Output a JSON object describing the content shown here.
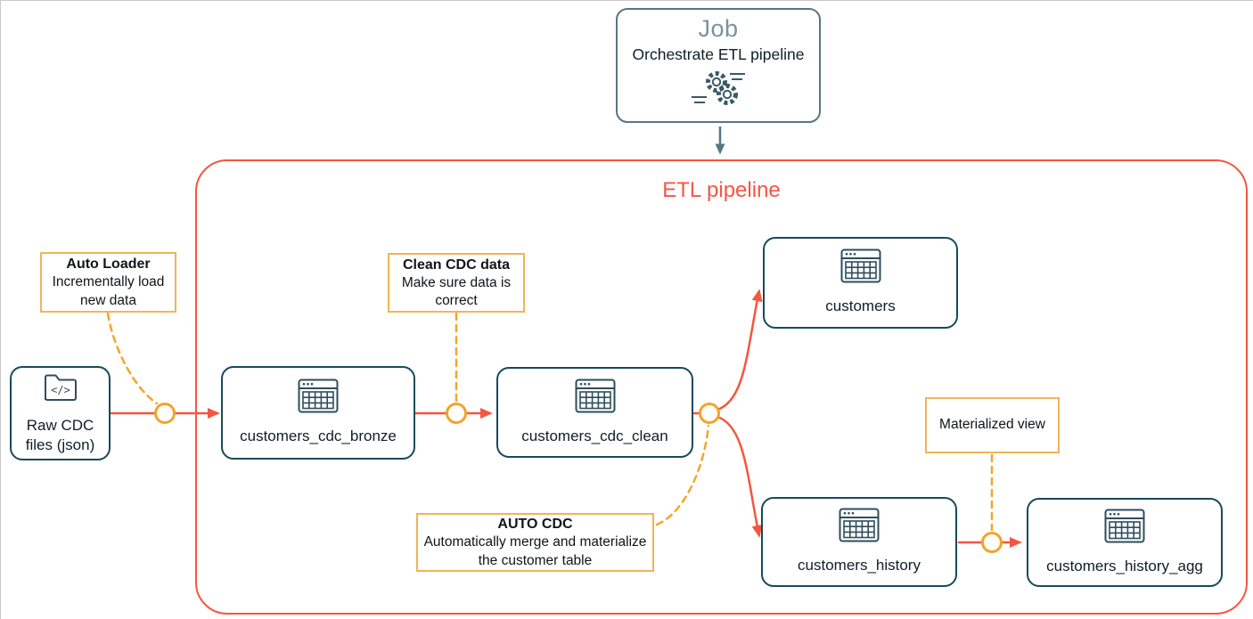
{
  "diagram_title": "ETL pipeline",
  "colors": {
    "pipeline_red": "#F4563F",
    "node_border_teal": "#174A5B",
    "annotation_gold_border": "#F1B456",
    "connector_gold": "#F2A62A",
    "job_border_slate": "#567684",
    "job_title_slate": "#76949F",
    "text_dark": "#0D1F29"
  },
  "job_box": {
    "title": "Job",
    "subtitle": "Orchestrate ETL pipeline",
    "icon": "gears-icon"
  },
  "pipeline": {
    "title": "ETL pipeline"
  },
  "nodes": {
    "source": {
      "label": "Raw CDC files (json)",
      "icon": "code-folder-icon"
    },
    "bronze": {
      "label": "customers_cdc_bronze",
      "icon": "table-grid-icon"
    },
    "clean": {
      "label": "customers_cdc_clean",
      "icon": "table-grid-icon"
    },
    "customers": {
      "label": "customers",
      "icon": "table-grid-icon"
    },
    "history": {
      "label": "customers_history",
      "icon": "table-grid-icon"
    },
    "history_agg": {
      "label": "customers_history_agg",
      "icon": "table-grid-icon"
    }
  },
  "annotations": {
    "auto_loader": {
      "title": "Auto Loader",
      "body": "Incrementally load new data"
    },
    "clean_cdc": {
      "title": "Clean CDC data",
      "body": "Make sure data is correct"
    },
    "auto_cdc": {
      "title": "AUTO CDC",
      "body": "Automatically merge and materialize the customer table"
    },
    "materialized_view": {
      "body": "Materialized view"
    }
  }
}
